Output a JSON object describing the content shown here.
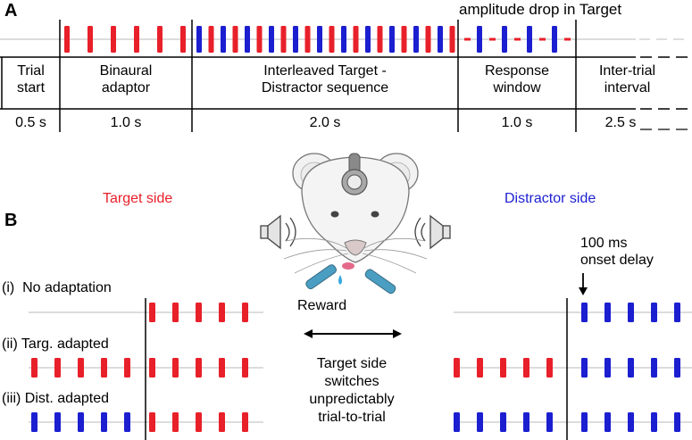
{
  "panel_a": {
    "letter": "A",
    "annotation": "amplitude drop in Target",
    "phases": [
      {
        "name": "Trial\nstart",
        "duration": "0.5 s"
      },
      {
        "name": "Binaural\nadaptor",
        "duration": "1.0 s"
      },
      {
        "name": "Interleaved Target -\nDistractor sequence",
        "duration": "2.0 s"
      },
      {
        "name": "Response\nwindow",
        "duration": "1.0 s"
      },
      {
        "name": "Inter-trial\ninterval",
        "duration": "2.5 s"
      }
    ]
  },
  "panel_b": {
    "letter": "B",
    "target_side": "Target side",
    "distractor_side": "Distractor side",
    "onset_delay": "100 ms\nonset delay",
    "conditions": [
      "(i)  No adaptation",
      "(ii) Targ. adapted",
      "(iii) Dist. adapted"
    ],
    "reward": "Reward",
    "switch_note": "Target side\nswitches\nunpredictably\ntrial-to-trial"
  },
  "colors": {
    "target": "#e8202a",
    "distractor": "#1b1fd0",
    "line": "#c8c8c8"
  },
  "icons": [
    "speaker-icon",
    "rat-illustration",
    "reward-spout-icon",
    "double-arrow-icon"
  ]
}
